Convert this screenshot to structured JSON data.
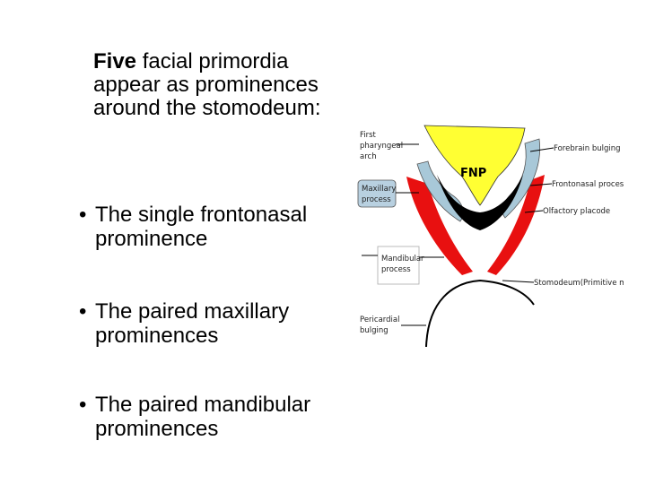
{
  "intro": {
    "bold": "Five",
    "text": "facial primordia appear as prominences around the stomodeum:"
  },
  "bullets": [
    {
      "symbol": "•",
      "text": "The single frontonasal prominence"
    },
    {
      "symbol": "•",
      "text": "The paired maxillary prominences"
    },
    {
      "symbol": "•",
      "text": "The paired mandibular prominences"
    }
  ],
  "diagram": {
    "center_label": "FNP",
    "left_labels": {
      "first_arch": [
        "First",
        "pharyngeal",
        "arch"
      ],
      "maxillary": [
        "Maxillary",
        "process"
      ],
      "mandibular": [
        "Mandibular",
        "process"
      ],
      "pericardial": [
        "Pericardial",
        "bulging"
      ]
    },
    "right_labels": {
      "forebrain": "Forebrain bulging",
      "frontonasal": "Frontonasal process",
      "olfactory": "Olfactory placode",
      "stomodeum": "Stomodeum(Primitive mouth)"
    },
    "colors": {
      "frontonasal": "#ffff33",
      "maxillary": "#a8c8d8",
      "mandibular": "#e81010",
      "stomodeum": "#000000",
      "label_box": "#b8d0e0"
    }
  }
}
